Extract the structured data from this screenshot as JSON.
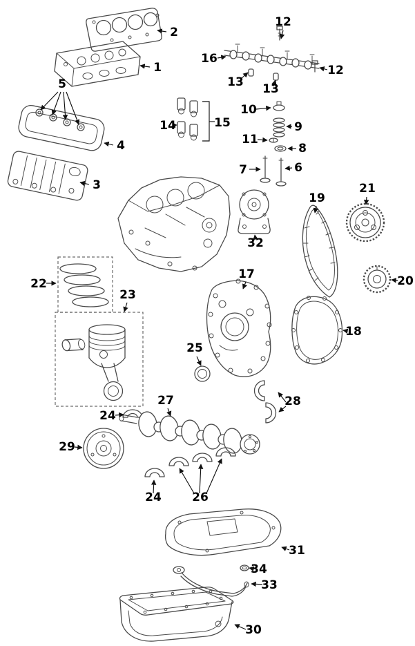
{
  "figure": {
    "kind": "exploded-parts-diagram",
    "subject": "engine-internal-components",
    "background_color": "#ffffff",
    "line_color": "#4a4a4a",
    "callout_color": "#000000"
  },
  "callouts": {
    "c1": "1",
    "c2": "2",
    "c3": "3",
    "c4": "4",
    "c5": "5",
    "c6": "6",
    "c7": "7",
    "c8": "8",
    "c9": "9",
    "c10": "10",
    "c11": "11",
    "c12a": "12",
    "c12b": "12",
    "c13a": "13",
    "c13b": "13",
    "c14": "14",
    "c15": "15",
    "c16": "16",
    "c17": "17",
    "c18": "18",
    "c19": "19",
    "c20": "20",
    "c21": "21",
    "c22": "22",
    "c23": "23",
    "c24a": "24",
    "c24b": "24",
    "c25": "25",
    "c26": "26",
    "c27": "27",
    "c28": "28",
    "c29": "29",
    "c30": "30",
    "c31": "31",
    "c32": "32",
    "c33": "33",
    "c34": "34"
  }
}
